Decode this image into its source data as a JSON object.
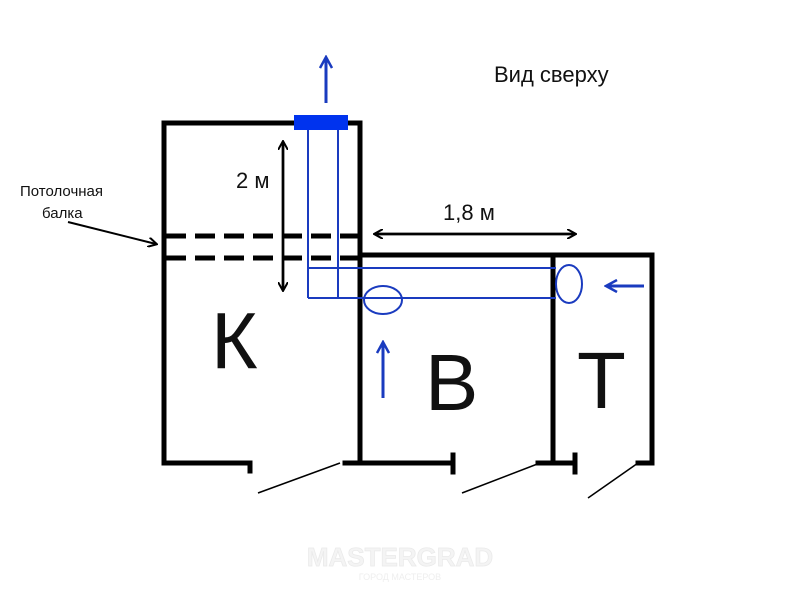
{
  "title": "Вид сверху",
  "beam_label_line1": "Потолочная",
  "beam_label_line2": "балка",
  "dimension_vertical": "2 м",
  "dimension_horizontal": "1,8 м",
  "rooms": {
    "k": "К",
    "b": "В",
    "t": "Т"
  },
  "watermark": {
    "brand": "MASTERGRAD",
    "tagline": "ГОРОД МАСТЕРОВ"
  },
  "colors": {
    "walls": "#000000",
    "duct": "#1a3bbf",
    "vent": "#0033ee"
  }
}
